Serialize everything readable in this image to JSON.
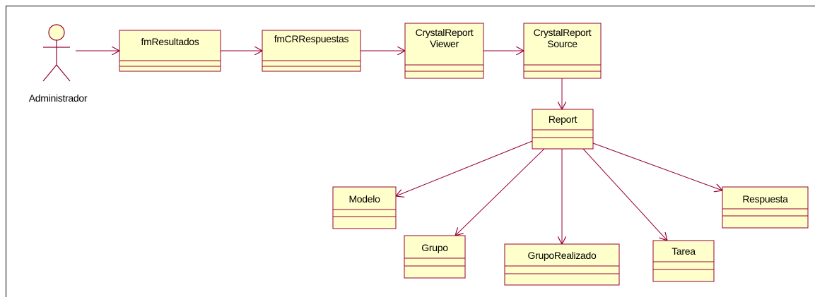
{
  "actor": {
    "name": "Administrador"
  },
  "classes": {
    "fmResultados": {
      "name": "fmResultados"
    },
    "fmCRRespuestas": {
      "name": "fmCRRespuestas"
    },
    "crViewer": {
      "name_line1": "CrystalReport",
      "name_line2": "Viewer"
    },
    "crSource": {
      "name_line1": "CrystalReport",
      "name_line2": "Source"
    },
    "report": {
      "name": "Report"
    },
    "modelo": {
      "name": "Modelo"
    },
    "grupo": {
      "name": "Grupo"
    },
    "grupoRealizado": {
      "name": "GrupoRealizado"
    },
    "tarea": {
      "name": "Tarea"
    },
    "respuesta": {
      "name": "Respuesta"
    }
  },
  "colors": {
    "box_fill": "#ffffcc",
    "box_stroke": "#990033",
    "line": "#990033"
  }
}
